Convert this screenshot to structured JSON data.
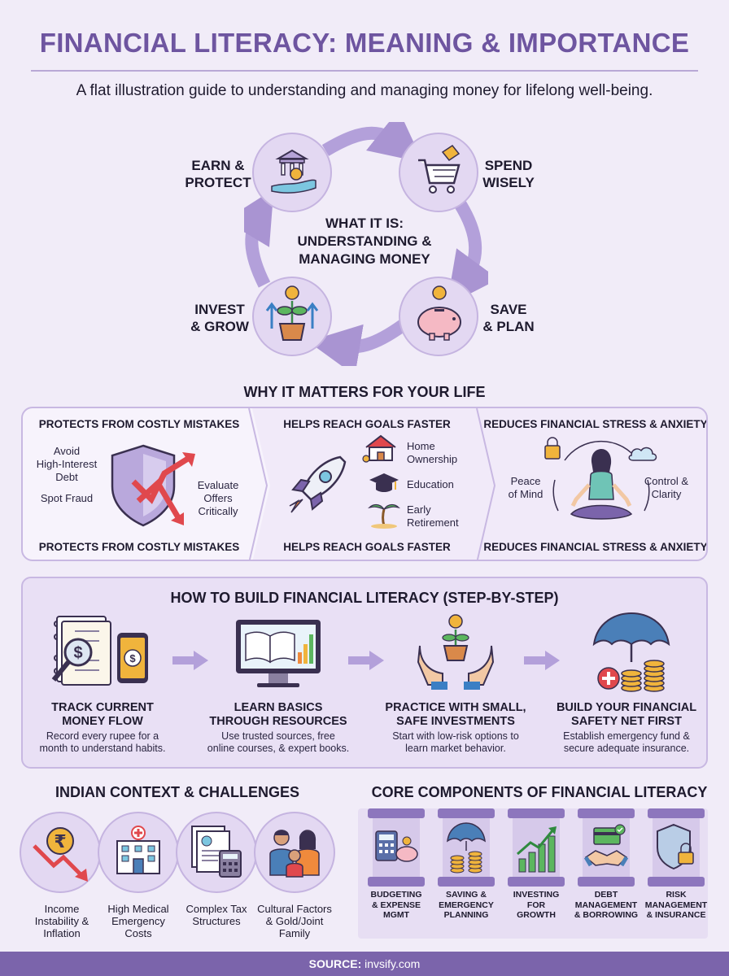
{
  "header": {
    "title": "FINANCIAL LITERACY: MEANING & IMPORTANCE",
    "subtitle": "A flat illustration guide to understanding and managing money for lifelong well-being."
  },
  "cycle": {
    "center": [
      "WHAT IT IS:",
      "UNDERSTANDING &",
      "MANAGING MONEY"
    ],
    "earn": [
      "EARN &",
      "PROTECT"
    ],
    "spend": [
      "SPEND",
      "WISELY"
    ],
    "save": [
      "SAVE",
      "& PLAN"
    ],
    "invest": [
      "INVEST",
      "& GROW"
    ]
  },
  "why": {
    "heading": "WHY IT MATTERS FOR YOUR LIFE",
    "col1": {
      "title": "PROTECTS FROM COSTLY MISTAKES",
      "footer": "PROTECTS FROM COSTLY MISTAKES",
      "item1": [
        "Avoid",
        "High-Interest",
        "Debt"
      ],
      "item2": "Spot Fraud",
      "item3": [
        "Evaluate",
        "Offers",
        "Critically"
      ]
    },
    "col2": {
      "title": "HELPS REACH GOALS FASTER",
      "footer": "HELPS REACH GOALS FASTER",
      "goal1": [
        "Home",
        "Ownership"
      ],
      "goal2": "Education",
      "goal3": [
        "Early",
        "Retirement"
      ]
    },
    "col3": {
      "title": "REDUCES FINANCIAL STRESS & ANXIETY",
      "footer": "REDUCES FINANCIAL STRESS & ANXIETY",
      "left": [
        "Peace",
        "of Mind"
      ],
      "right": [
        "Control &",
        "Clarity"
      ]
    }
  },
  "steps": {
    "heading": "HOW TO BUILD FINANCIAL LITERACY (STEP-BY-STEP)",
    "items": [
      {
        "title": [
          "TRACK CURRENT",
          "MONEY FLOW"
        ],
        "desc": [
          "Record every rupee for a",
          "month to understand habits."
        ]
      },
      {
        "title": [
          "LEARN BASICS",
          "THROUGH RESOURCES"
        ],
        "desc": [
          "Use trusted sources, free",
          "online courses, & expert books."
        ]
      },
      {
        "title": [
          "PRACTICE WITH SMALL,",
          "SAFE INVESTMENTS"
        ],
        "desc": [
          "Start with low-risk options to",
          "learn market behavior."
        ]
      },
      {
        "title": [
          "BUILD YOUR FINANCIAL",
          "SAFETY NET FIRST"
        ],
        "desc": [
          "Establish emergency fund &",
          "secure adequate insurance."
        ]
      }
    ]
  },
  "context": {
    "heading": "INDIAN CONTEXT & CHALLENGES",
    "items": [
      [
        "Income",
        "Instability &",
        "Inflation"
      ],
      [
        "High Medical",
        "Emergency",
        "Costs"
      ],
      [
        "Complex Tax",
        "Structures"
      ],
      [
        "Cultural Factors",
        "& Gold/Joint",
        "Family"
      ]
    ]
  },
  "components": {
    "heading": "CORE COMPONENTS OF FINANCIAL LITERACY",
    "items": [
      [
        "BUDGETING",
        "& EXPENSE",
        "MGMT"
      ],
      [
        "SAVING &",
        "EMERGENCY",
        "PLANNING"
      ],
      [
        "INVESTING",
        "FOR",
        "GROWTH"
      ],
      [
        "DEBT",
        "MANAGEMENT",
        "& BORROWING"
      ],
      [
        "RISK",
        "MANAGEMENT",
        "& INSURANCE"
      ]
    ]
  },
  "footer": {
    "label": "SOURCE:",
    "source": "invsify.com"
  },
  "icons": {
    "cycle": [
      "bank-hand-icon",
      "shopping-cart-icon",
      "piggy-bank-icon",
      "plant-growth-icon"
    ],
    "why": [
      "shield-arrows-icon",
      "rocket-icon",
      "house-icon",
      "graduation-cap-icon",
      "palm-tree-icon",
      "meditation-icon"
    ],
    "steps": [
      "ledger-magnifier-icon",
      "computer-book-icon",
      "hands-plant-icon",
      "umbrella-coins-icon"
    ]
  },
  "colors": {
    "brand_purple": "#6e55a0",
    "background": "#f1ecf8",
    "accent_red": "#e0484d",
    "gold": "#f0b43c"
  }
}
